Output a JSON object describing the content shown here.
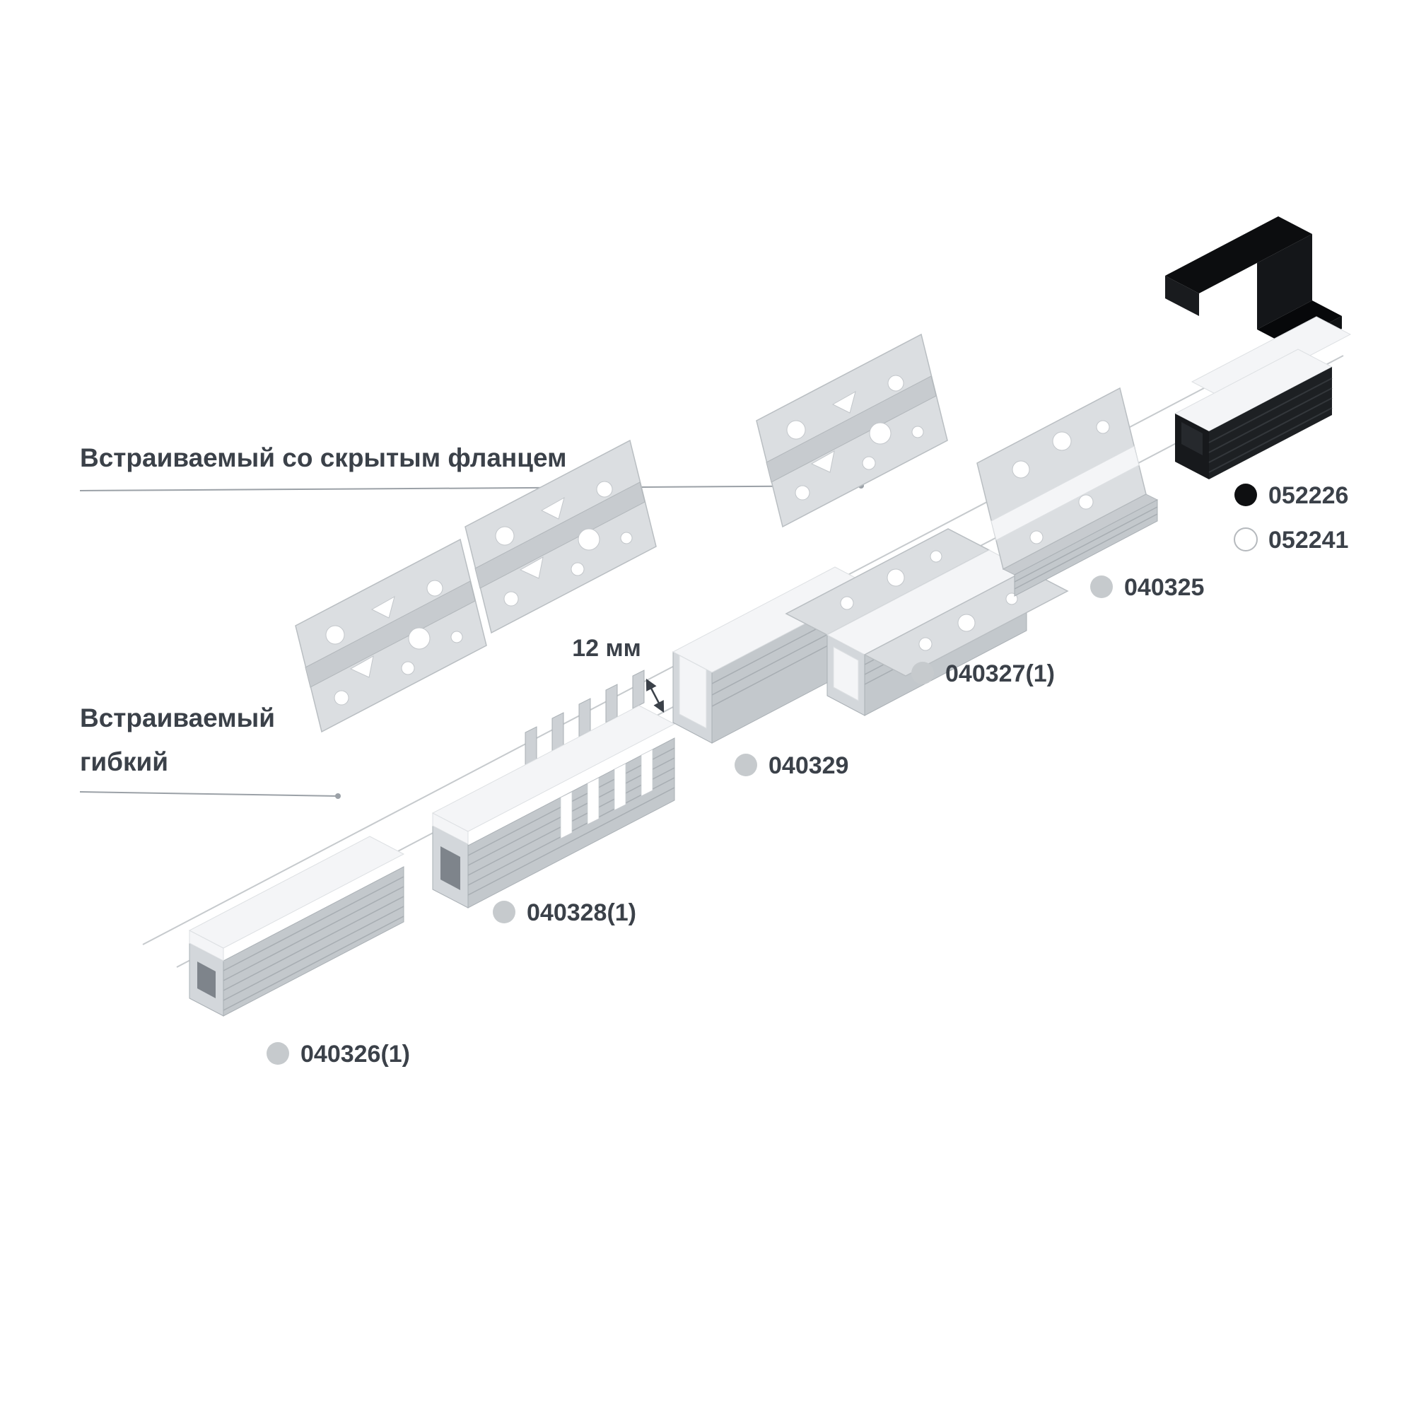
{
  "headings": {
    "hidden_flange": "Встраиваемый со скрытым фланцем",
    "flexible_line1": "Встраиваемый",
    "flexible_line2": "гибкий"
  },
  "dimension": {
    "label": "12 мм"
  },
  "products": [
    {
      "code": "052226",
      "dot_color": "#0e0f11",
      "dot_stroke": "none"
    },
    {
      "code": "052241",
      "dot_color": "#ffffff",
      "dot_stroke": "#b5b9bd"
    },
    {
      "code": "040325",
      "dot_color": "#c6cacd",
      "dot_stroke": "none"
    },
    {
      "code": "040327(1)",
      "dot_color": "#c6cacd",
      "dot_stroke": "none"
    },
    {
      "code": "040329",
      "dot_color": "#c6cacd",
      "dot_stroke": "none"
    },
    {
      "code": "040328(1)",
      "dot_color": "#c6cacd",
      "dot_stroke": "none"
    },
    {
      "code": "040326(1)",
      "dot_color": "#c6cacd",
      "dot_stroke": "none"
    }
  ],
  "colors": {
    "text": "#3b4149",
    "leader_line": "#9ba1a7",
    "strip_line": "#c6cacd",
    "aluminum": "#cfd3d7",
    "diffuser": "#f4f5f7",
    "black_anodized": "#121416"
  }
}
